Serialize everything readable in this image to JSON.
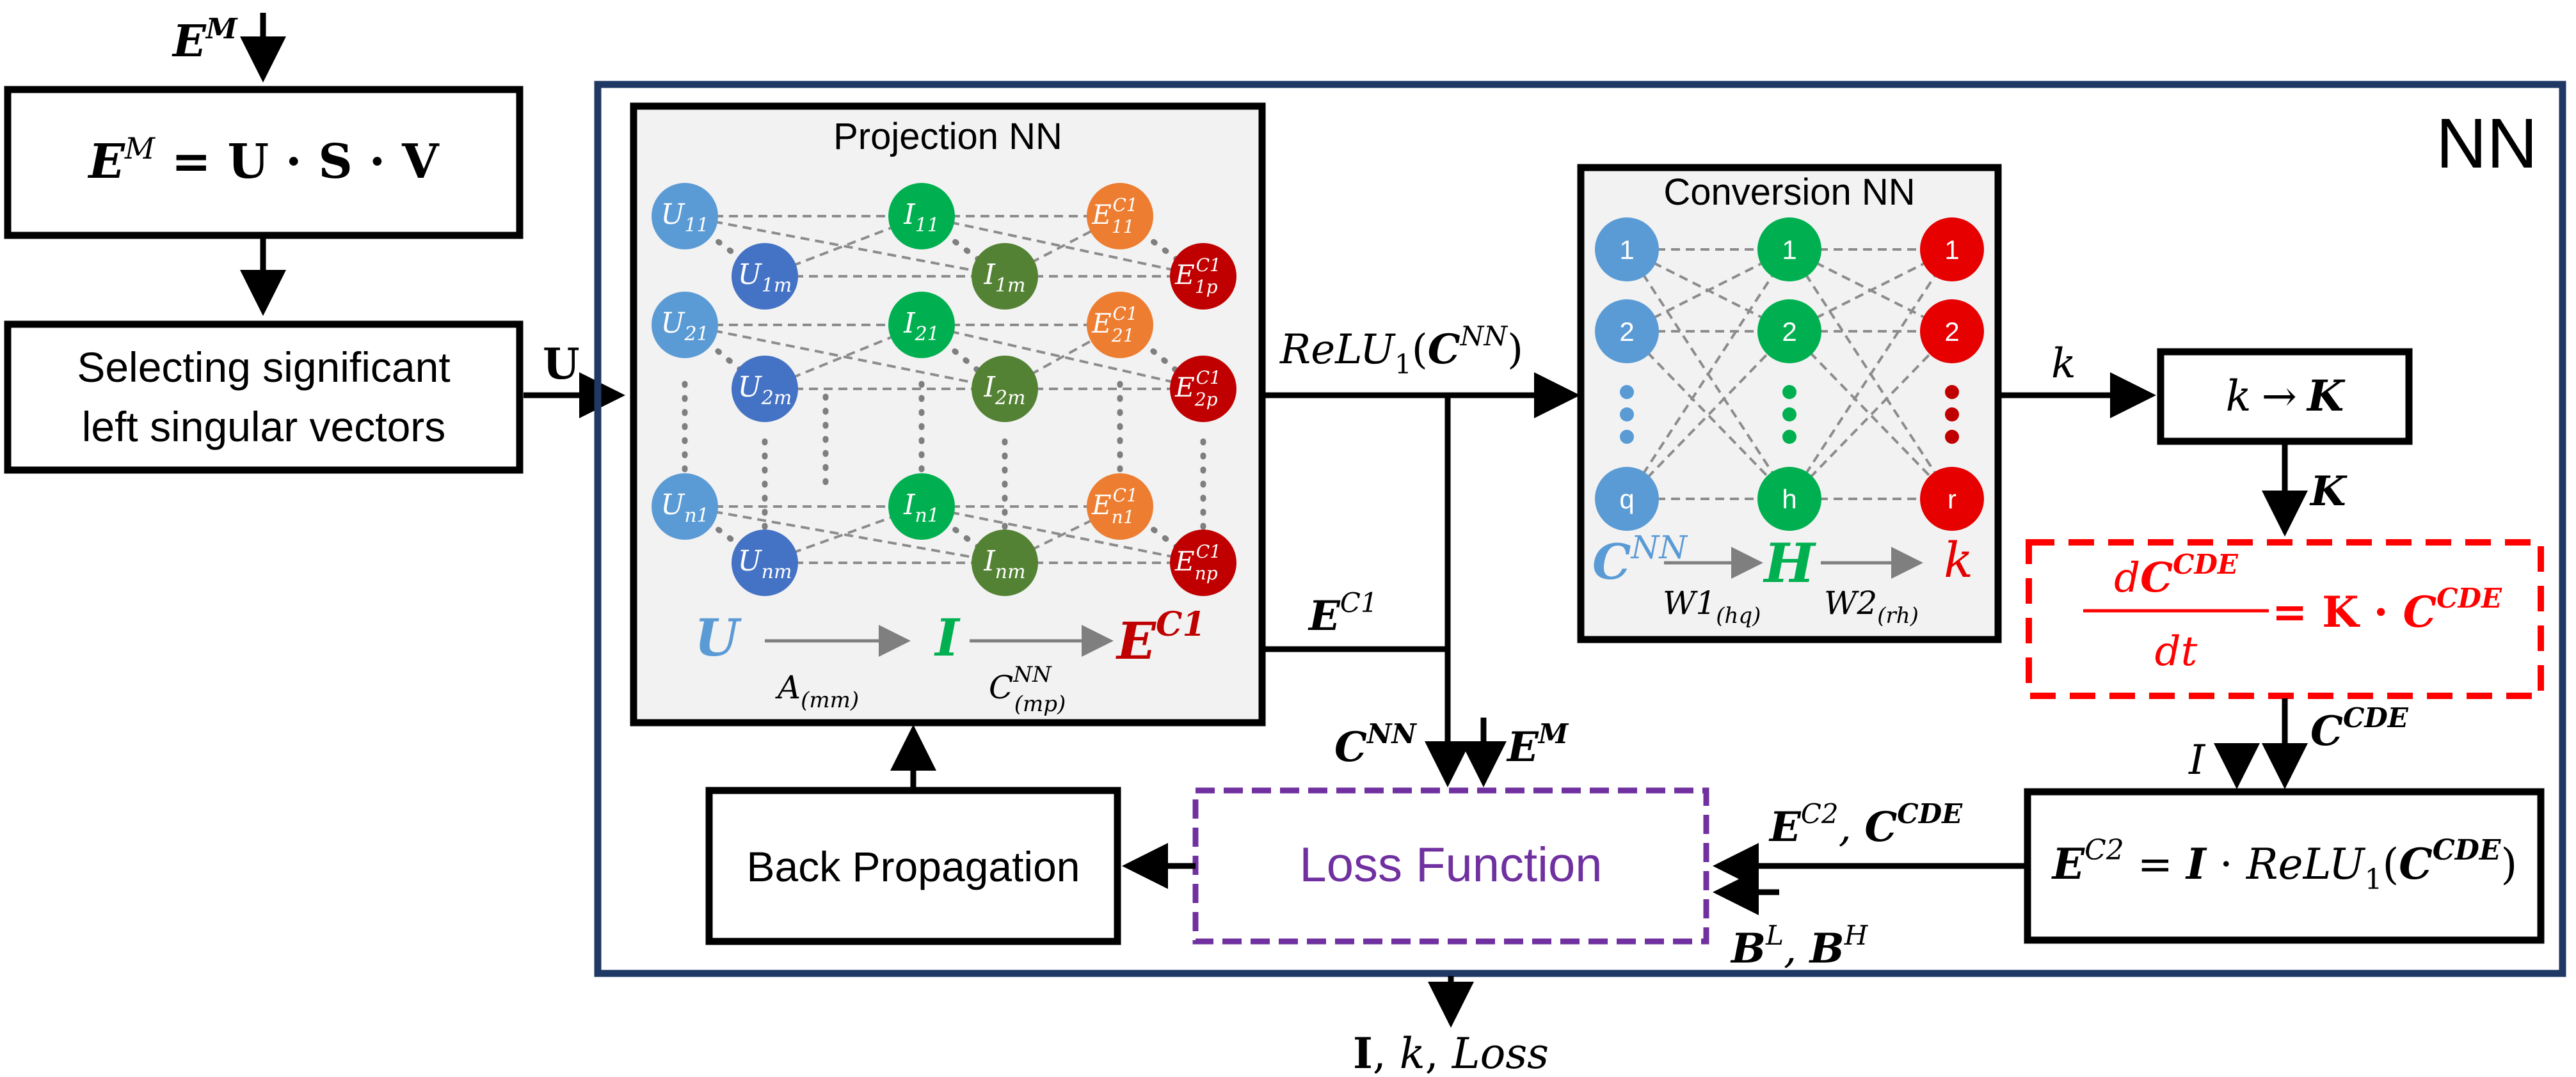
{
  "colors": {
    "nn_frame": "#1f3864",
    "u_light": "#5b9bd5",
    "u_dark": "#4472c4",
    "i_light": "#00b050",
    "i_dark": "#548235",
    "e_orange": "#ed7d31",
    "e_red": "#c00000",
    "conv_red": "#e60000",
    "loss_purple": "#7030a0",
    "cde_red": "#ff0000",
    "panel_fill": "#f2f2f2"
  },
  "input": {
    "em_top": {
      "base": "E",
      "sup": "M"
    },
    "svd": {
      "lhs_base": "E",
      "lhs_sup": "M",
      "rhs": " = U · S · V"
    },
    "select_line1": "Selecting significant",
    "select_line2": "left singular vectors",
    "u_arrow_label": "U"
  },
  "nn_label": "NN",
  "projection": {
    "title": "Projection NN",
    "nodes": {
      "u11": {
        "base": "U",
        "sub": "11"
      },
      "u1m": {
        "base": "U",
        "sub": "1m"
      },
      "u21": {
        "base": "U",
        "sub": "21"
      },
      "u2m": {
        "base": "U",
        "sub": "2m"
      },
      "un1": {
        "base": "U",
        "sub": "n1"
      },
      "unm": {
        "base": "U",
        "sub": "nm"
      },
      "i11": {
        "base": "I",
        "sub": "11"
      },
      "i1m": {
        "base": "I",
        "sub": "1m"
      },
      "i21": {
        "base": "I",
        "sub": "21"
      },
      "i2m": {
        "base": "I",
        "sub": "2m"
      },
      "in1": {
        "base": "I",
        "sub": "n1"
      },
      "inm": {
        "base": "I",
        "sub": "nm"
      },
      "e11": {
        "base": "E",
        "sub": "11",
        "sup": "C1"
      },
      "e1p": {
        "base": "E",
        "sub": "1p",
        "sup": "C1"
      },
      "e21": {
        "base": "E",
        "sub": "21",
        "sup": "C1"
      },
      "e2p": {
        "base": "E",
        "sub": "2p",
        "sup": "C1"
      },
      "en1": {
        "base": "E",
        "sub": "n1",
        "sup": "C1"
      },
      "enp": {
        "base": "E",
        "sub": "np",
        "sup": "C1"
      }
    },
    "legend": {
      "u": "U",
      "i": "I",
      "e_base": "E",
      "e_sup": "C1",
      "a_base": "A",
      "a_sub": "(mm)",
      "c_base": "C",
      "c_sup": "NN",
      "c_sub": "(mp)"
    }
  },
  "relu_label": {
    "pre": "ReLU",
    "sub": "1",
    "open": "(",
    "base": "C",
    "sup": "NN",
    "close": ")"
  },
  "ec1_label": {
    "base": "E",
    "sup": "C1"
  },
  "conversion": {
    "title": "Conversion NN",
    "input_nodes": [
      "1",
      "2",
      "q"
    ],
    "hidden_nodes": [
      "1",
      "2",
      "h"
    ],
    "output_nodes": [
      "1",
      "2",
      "r"
    ],
    "legend": {
      "c_base": "C",
      "c_sup": "NN",
      "h": "H",
      "k": "k",
      "w1_base": "W1",
      "w1_sub": "(hq)",
      "w2_base": "W2",
      "w2_sub": "(rh)"
    }
  },
  "k_label": "k",
  "k_to_K": {
    "k": "k",
    "arrow": "→",
    "K": "K"
  },
  "K_label": "K",
  "cde": {
    "num_d": "d",
    "num_base": "C",
    "num_sup": "CDE",
    "den": "dt",
    "rhs_K": " = K · ",
    "rhs_base": "C",
    "rhs_sup": "CDE"
  },
  "ccde_label": {
    "base": "C",
    "sup": "CDE"
  },
  "i_label": "I",
  "ec2_box": {
    "base": "E",
    "sup": "C2",
    "eq": " = ",
    "I": "I",
    "dot": " · ",
    "relu": "ReLU",
    "relu_sub": "1",
    "open": "(",
    "cbase": "C",
    "csup": "CDE",
    "close": ")"
  },
  "ec2_ccde_label": {
    "e_base": "E",
    "e_sup": "C2",
    "comma": ", ",
    "c_base": "C",
    "c_sup": "CDE"
  },
  "bl_bh_label": {
    "b1": "B",
    "b1_sup": "L",
    "comma": ", ",
    "b2": "B",
    "b2_sup": "H"
  },
  "cnn_label": {
    "base": "C",
    "sup": "NN"
  },
  "em_label": {
    "base": "E",
    "sup": "M"
  },
  "loss_function": "Loss Function",
  "back_propagation": "Back Propagation",
  "output_label": {
    "I": "I",
    "comma1": ", ",
    "k": "k",
    "comma2": ", ",
    "loss": "Loss"
  }
}
